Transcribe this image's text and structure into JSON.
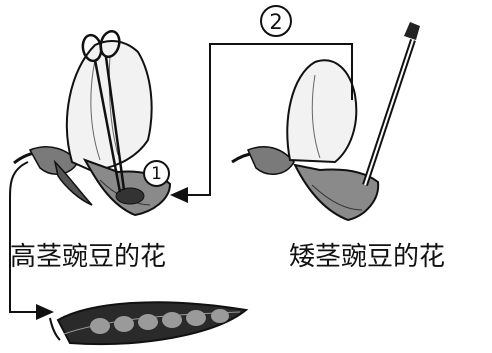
{
  "figure": {
    "left_flower_label": "高茎豌豆的花",
    "right_flower_label": "矮茎豌豆的花",
    "step_1": "1",
    "step_2": "2"
  }
}
